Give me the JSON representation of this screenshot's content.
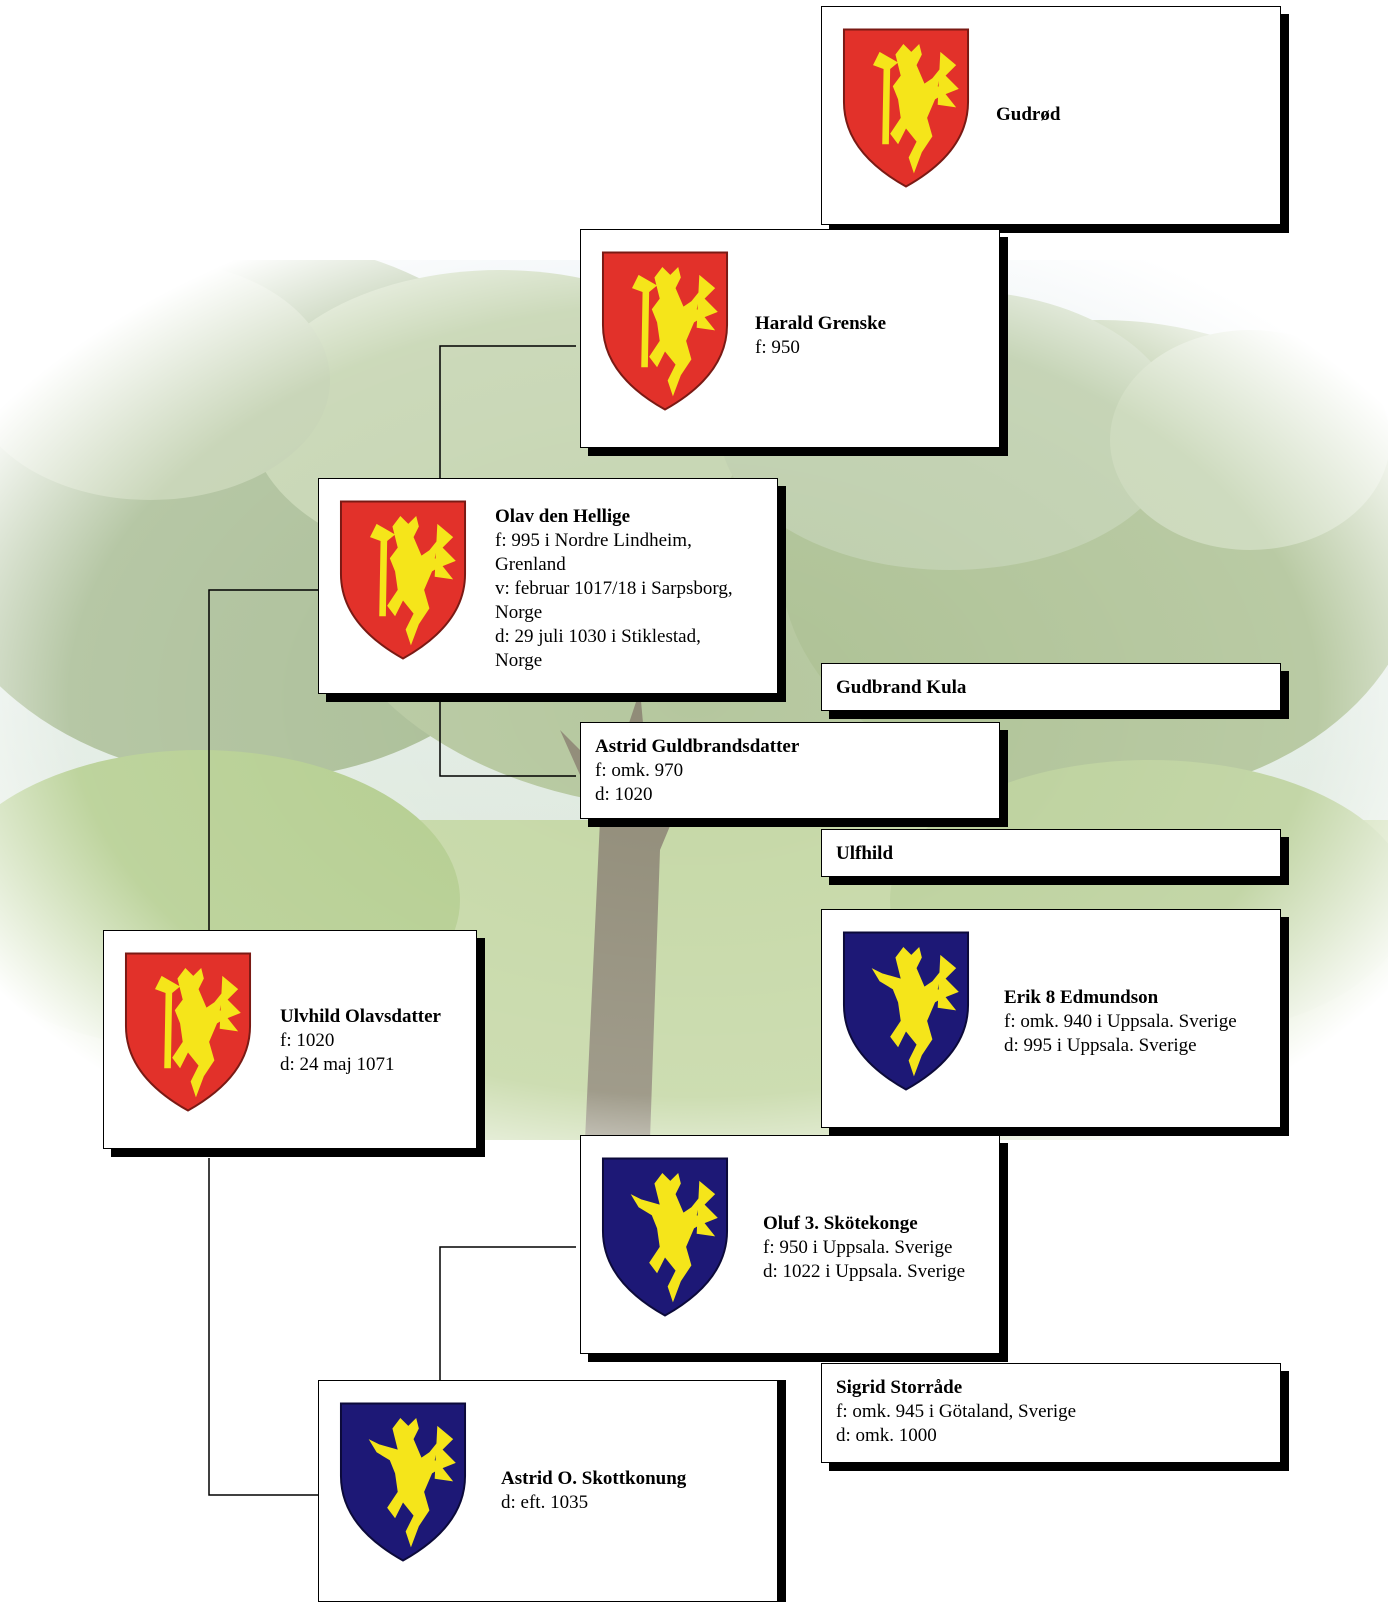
{
  "colors": {
    "red_shield": "#e2312a",
    "blue_shield": "#1d1876",
    "lion_gold": "#f5e51a",
    "card_border": "#000000",
    "connector": "#000000"
  },
  "people": {
    "gudrod": {
      "name": "Gudrød",
      "lines": [],
      "shield": "red"
    },
    "harald": {
      "name": "Harald Grenske",
      "lines": [
        "f: 950"
      ],
      "shield": "red"
    },
    "olav": {
      "name": "Olav den Hellige",
      "lines": [
        "f: 995 i Nordre Lindheim,",
        "Grenland",
        "v: februar 1017/18 i Sarpsborg,",
        "Norge",
        "d: 29 juli 1030 i Stiklestad,",
        "Norge"
      ],
      "shield": "red"
    },
    "gudbrand": {
      "name": "Gudbrand Kula",
      "lines": []
    },
    "astrid_g": {
      "name": "Astrid Guldbrandsdatter",
      "lines": [
        "f: omk. 970",
        "d: 1020"
      ]
    },
    "ulfhild": {
      "name": "Ulfhild",
      "lines": []
    },
    "ulvhild": {
      "name": "Ulvhild Olavsdatter",
      "lines": [
        "f: 1020",
        "d: 24 maj 1071"
      ],
      "shield": "red"
    },
    "erik": {
      "name": "Erik 8 Edmundson",
      "lines": [
        "f: omk. 940 i Uppsala. Sverige",
        "d: 995 i Uppsala. Sverige"
      ],
      "shield": "blue"
    },
    "oluf": {
      "name": "Oluf 3. Skötekonge",
      "lines": [
        "f: 950 i Uppsala. Sverige",
        "d: 1022 i Uppsala. Sverige"
      ],
      "shield": "blue"
    },
    "sigrid": {
      "name": "Sigrid Storråde",
      "lines": [
        "f: omk. 945 i Götaland, Sverige",
        "d: omk. 1000"
      ]
    },
    "astrid_o": {
      "name": "Astrid O. Skottkonung",
      "lines": [
        "d: eft. 1035"
      ],
      "shield": "blue"
    }
  }
}
